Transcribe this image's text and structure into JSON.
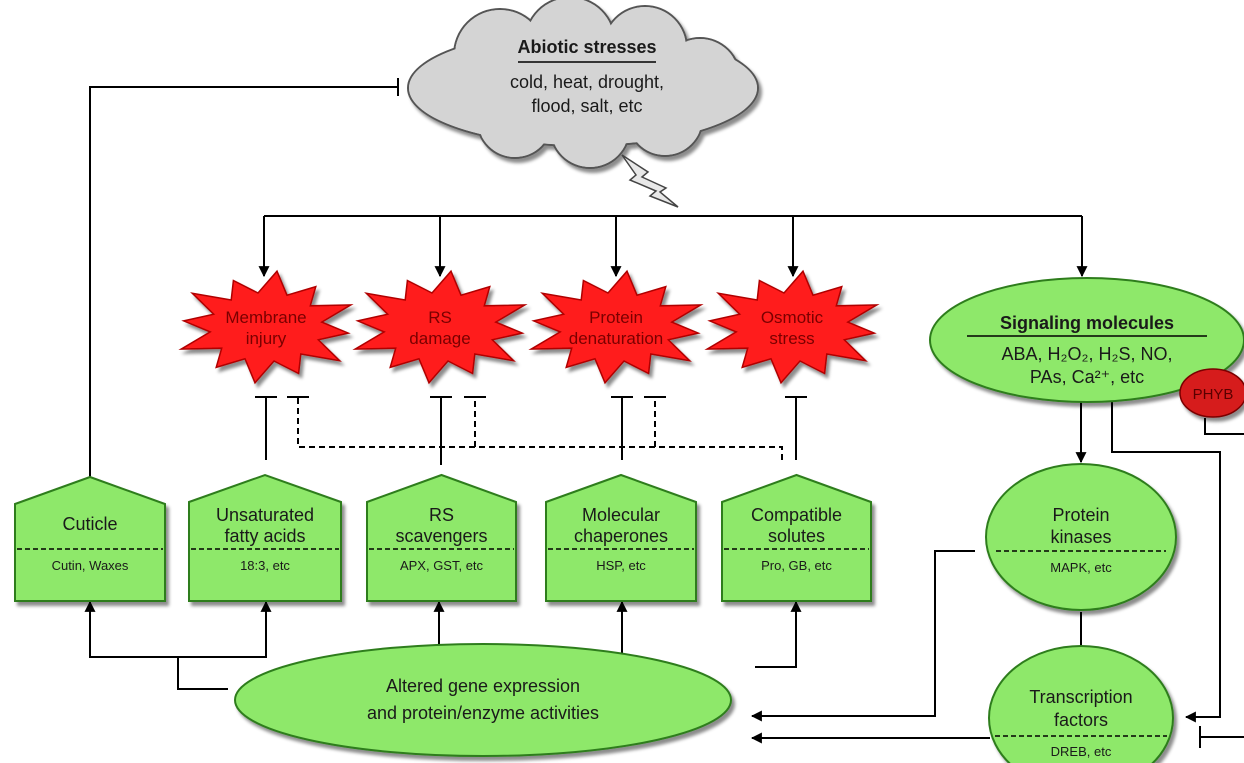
{
  "cloud": {
    "title": "Abiotic stresses",
    "line1": "cold, heat, drought,",
    "line2": "flood, salt, etc"
  },
  "injuries": [
    {
      "line1": "Membrane",
      "line2": "injury"
    },
    {
      "line1": "RS",
      "line2": "damage"
    },
    {
      "line1": "Protein",
      "line2": "denaturation"
    },
    {
      "line1": "Osmotic",
      "line2": "stress"
    }
  ],
  "responses": [
    {
      "line1": "Cuticle",
      "line2": "",
      "detail": "Cutin, Waxes"
    },
    {
      "line1": "Unsaturated",
      "line2": "fatty acids",
      "detail": "18:3, etc"
    },
    {
      "line1": "RS",
      "line2": "scavengers",
      "detail": "APX, GST, etc"
    },
    {
      "line1": "Molecular",
      "line2": "chaperones",
      "detail": "HSP, etc"
    },
    {
      "line1": "Compatible",
      "line2": "solutes",
      "detail": "Pro, GB, etc"
    }
  ],
  "signaling": {
    "title": "Signaling molecules",
    "line1": "ABA, H₂O₂, H₂S, NO,",
    "line2": "PAs, Ca²⁺, etc"
  },
  "phyb": "PHYB",
  "kinases": {
    "line1": "Protein",
    "line2": "kinases",
    "detail": "MAPK, etc"
  },
  "tfactors": {
    "line1": "Transcription",
    "line2": "factors",
    "detail": "DREB, etc"
  },
  "gene_expression": {
    "line1": "Altered gene expression",
    "line2": "and protein/enzyme activities"
  },
  "colors": {
    "green": "#8ee86a",
    "red": "#ff1a1a",
    "cloud": "#d4d4d4",
    "phyb": "#d61a1a"
  }
}
